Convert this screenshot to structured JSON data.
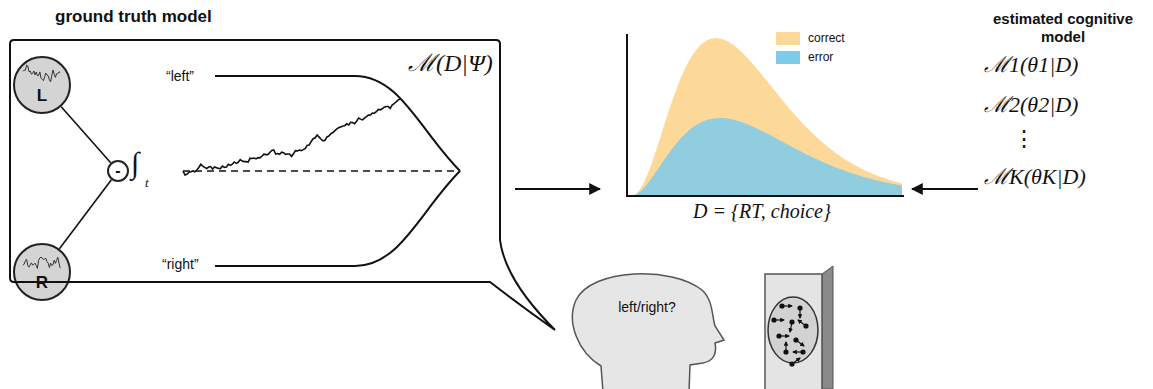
{
  "diagram": {
    "nodes": [
      {
        "text": [
          "ground truth model",
          "ℳ(D|Ψ)"
        ]
      },
      {
        "text": [
          "L"
        ],
        "in": 0
      },
      {
        "text": [
          "R"
        ],
        "in": 0
      },
      {
        "text": [
          "-"
        ],
        "in": 0
      },
      {
        "text": [
          "left/right?"
        ]
      }
    ],
    "edges": [
      {
        "from": 1,
        "to": 3,
        "arrow": "none"
      },
      {
        "from": 2,
        "to": 3,
        "arrow": "none"
      }
    ],
    "labels": [
      "“left”",
      "“right”",
      "∫",
      "t",
      "estimated cognitive model",
      "ℳ1(θ1|D)",
      "ℳ2(θ2|D)",
      "⋮",
      "ℳK(θK|D)",
      "D = {RT, choice}"
    ],
    "legend": [
      {
        "text": "correct",
        "color": "#fcd899"
      },
      {
        "text": "error",
        "color": "#7ccbea"
      }
    ]
  }
}
